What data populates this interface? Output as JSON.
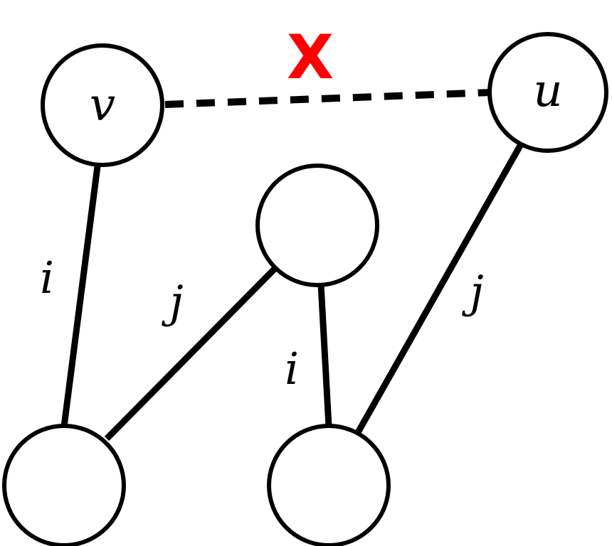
{
  "diagram": {
    "nodes": {
      "v": {
        "label": "v"
      },
      "u": {
        "label": "u"
      },
      "top_middle": {
        "label": ""
      },
      "bottom_left": {
        "label": ""
      },
      "bottom_middle": {
        "label": ""
      }
    },
    "edges": {
      "v_to_bottom_left": {
        "label": "i",
        "style": "solid"
      },
      "bottom_left_to_top_middle": {
        "label": "j",
        "style": "solid"
      },
      "top_middle_to_bottom_middle": {
        "label": "i",
        "style": "solid"
      },
      "u_to_bottom_middle": {
        "label": "j",
        "style": "solid"
      },
      "v_to_u": {
        "label": "",
        "style": "dashed",
        "removed_marker": "X"
      }
    }
  },
  "colors": {
    "stroke": "#000000",
    "node_fill": "#ffffff",
    "removed_marker": "#ff0000"
  }
}
